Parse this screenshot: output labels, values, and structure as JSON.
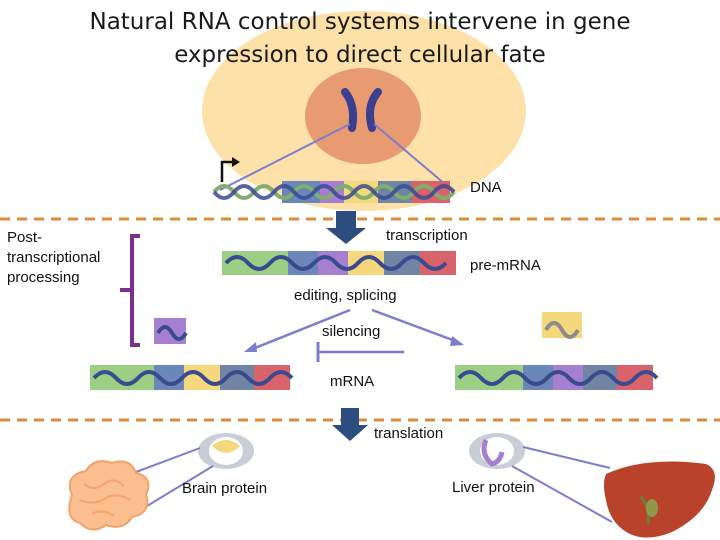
{
  "title_line1": "Natural RNA control systems intervene in gene",
  "title_line2": "expression to direct cellular fate",
  "labels": {
    "dna": "DNA",
    "transcription": "transcription",
    "pre_mrna": "pre-mRNA",
    "editing_splicing": "editing, splicing",
    "silencing": "silencing",
    "mrna": "mRNA",
    "translation": "translation",
    "brain_protein": "Brain protein",
    "liver_protein": "Liver protein",
    "post_line1": "Post-",
    "post_line2": "transcriptional",
    "post_line3": "processing"
  },
  "colors": {
    "cell": "#fde1a8",
    "nucleus": "#e89a70",
    "chromosome": "#3a3f8f",
    "green": "#9ccf83",
    "blue": "#6b86b8",
    "purple": "#a77fd0",
    "yellow": "#f5d77e",
    "slate": "#6f85a3",
    "red": "#d9636b",
    "arrow": "#2d4d7f",
    "line": "#7d7dcf",
    "dashed": "#e08a3c",
    "bracket": "#7a2f8f",
    "brain": "#fbbf8f",
    "liver": "#b8432a"
  }
}
